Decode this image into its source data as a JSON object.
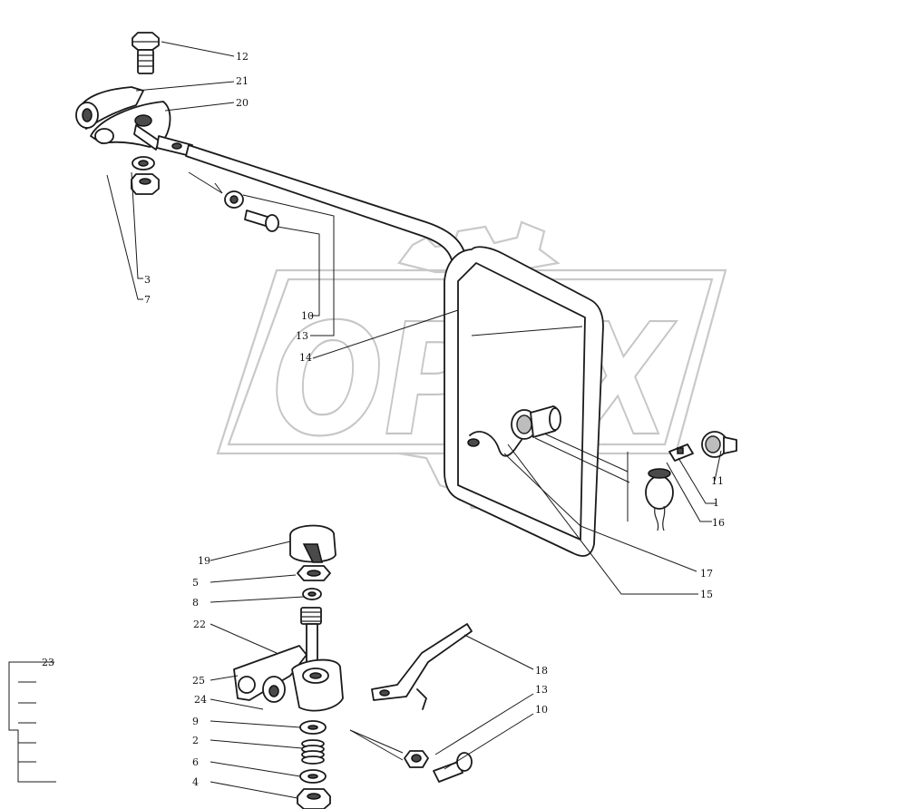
{
  "watermark": {
    "text": "OPEX"
  },
  "callouts": [
    {
      "id": "c12a",
      "text": "12"
    },
    {
      "id": "c21",
      "text": "21"
    },
    {
      "id": "c20",
      "text": "20"
    },
    {
      "id": "c3",
      "text": "3"
    },
    {
      "id": "c7",
      "text": "7"
    },
    {
      "id": "c10a",
      "text": "10"
    },
    {
      "id": "c13a",
      "text": "13"
    },
    {
      "id": "c14",
      "text": "14"
    },
    {
      "id": "c11",
      "text": "11"
    },
    {
      "id": "c1",
      "text": "1"
    },
    {
      "id": "c16",
      "text": "16"
    },
    {
      "id": "c17",
      "text": "17"
    },
    {
      "id": "c15",
      "text": "15"
    },
    {
      "id": "c18",
      "text": "18"
    },
    {
      "id": "c13b",
      "text": "13"
    },
    {
      "id": "c10b",
      "text": "10"
    },
    {
      "id": "c19",
      "text": "19"
    },
    {
      "id": "c5",
      "text": "5"
    },
    {
      "id": "c8",
      "text": "8"
    },
    {
      "id": "c22",
      "text": "22"
    },
    {
      "id": "c25",
      "text": "25"
    },
    {
      "id": "c24",
      "text": "24"
    },
    {
      "id": "c9",
      "text": "9"
    },
    {
      "id": "c2",
      "text": "2"
    },
    {
      "id": "c6",
      "text": "6"
    },
    {
      "id": "c4",
      "text": "4"
    },
    {
      "id": "c23",
      "text": "23"
    }
  ]
}
